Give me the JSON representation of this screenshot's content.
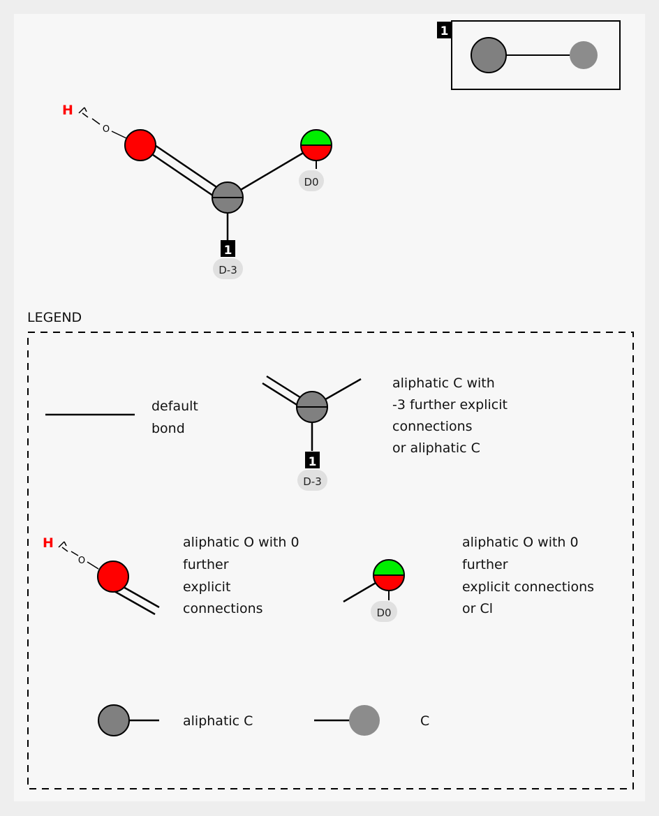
{
  "colors": {
    "background": "#f7f7f7",
    "atom_gray": "#808080",
    "atom_light_gray": "#8c8c8c",
    "atom_red": "#ff0000",
    "atom_green": "#00ee00",
    "hydrogen_red": "#ff0000",
    "badge_bg": "#e0e0e0",
    "index_bg": "#000000"
  },
  "query_molecule": {
    "hydrogen_label": "H",
    "oxygen_small_label": "O",
    "atom_badges": [
      "D0",
      "D-3"
    ],
    "index_marker": "1"
  },
  "inset": {
    "index_marker": "1"
  },
  "legend": {
    "title": "LEGEND",
    "items": [
      {
        "key": "bond",
        "lines": [
          "default",
          "bond"
        ]
      },
      {
        "key": "carbon_d3",
        "lines": [
          "aliphatic C with",
          "-3 further explicit",
          "connections",
          "or aliphatic C"
        ],
        "badge": "D-3",
        "index_marker": "1"
      },
      {
        "key": "oxygen_h",
        "lines": [
          "aliphatic O with 0",
          "further",
          "explicit",
          "connections"
        ],
        "hydrogen_label": "H",
        "oxygen_small_label": "O"
      },
      {
        "key": "oxygen_d0",
        "lines": [
          "aliphatic O with 0",
          "further",
          "explicit connections",
          "or Cl"
        ],
        "badge": "D0"
      },
      {
        "key": "aliphatic_c",
        "lines": [
          "aliphatic C"
        ]
      },
      {
        "key": "c",
        "lines": [
          "C"
        ]
      }
    ]
  }
}
